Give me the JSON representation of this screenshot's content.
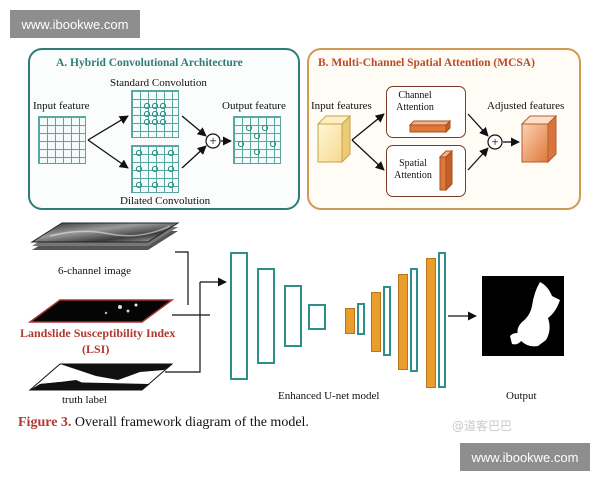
{
  "watermark": {
    "top": "www.ibookwe.com",
    "bottom": "www.ibookwe.com",
    "weibo": "@道客巴巴"
  },
  "panelA": {
    "title": "A. Hybrid Convolutional Architecture",
    "input": "Input feature",
    "standard": "Standard Convolution",
    "dilated": "Dilated Convolution",
    "output": "Output feature",
    "plus": "+"
  },
  "panelB": {
    "title": "B. Multi-Channel Spatial Attention (MCSA)",
    "input": "Input features",
    "channel": "Channel\nAttention",
    "spatial": "Spatial\nAttention",
    "adjusted": "Adjusted features",
    "plus": "+"
  },
  "bottom": {
    "six_channel": "6-channel image",
    "lsi_title": "Landslide Susceptibility Index",
    "lsi_abbr": "(LSI)",
    "truth": "truth label",
    "model": "Enhanced U-net model",
    "output": "Output"
  },
  "caption": {
    "figure": "Figure 3.",
    "text": " Overall framework diagram of the model."
  },
  "colors": {
    "teal": "#2e8f88",
    "orange": "#e89d2c",
    "brand_red": "#b03a2e"
  }
}
